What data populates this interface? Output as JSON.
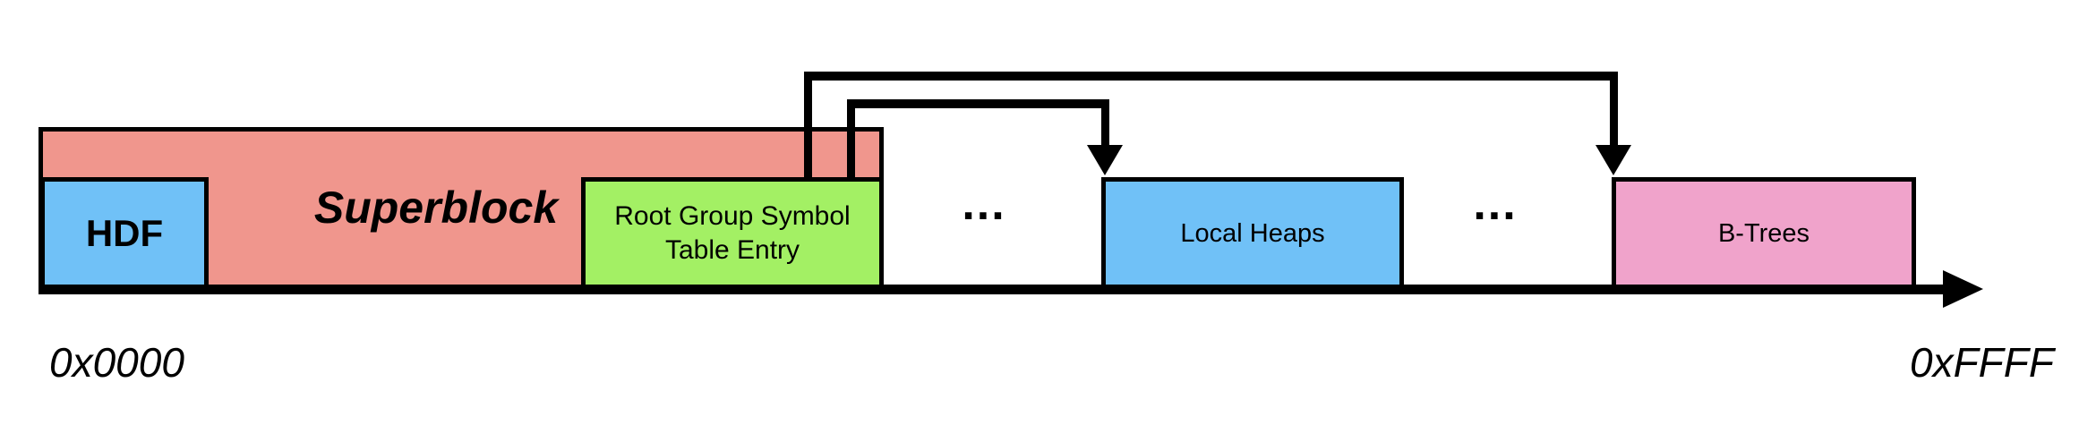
{
  "diagram": {
    "description": "HDF file format address-space layout",
    "axis": {
      "start_label": "0x0000",
      "end_label": "0xFFFF"
    },
    "blocks": {
      "superblock": {
        "label": "Superblock",
        "color": "#F0968D"
      },
      "hdf": {
        "label": "HDF",
        "color": "#70C1F7"
      },
      "root_group": {
        "label": "Root Group Symbol Table Entry",
        "color": "#A3F064"
      },
      "local_heaps": {
        "label": "Local Heaps",
        "color": "#70C1F7"
      },
      "b_trees": {
        "label": "B-Trees",
        "color": "#F0A3CB"
      }
    },
    "ellipsis_1": "...",
    "ellipsis_2": "...",
    "arrows": [
      {
        "from": "Root Group Symbol Table Entry",
        "to": "Local Heaps"
      },
      {
        "from": "Root Group Symbol Table Entry",
        "to": "B-Trees"
      }
    ],
    "line_color": "#000000"
  }
}
